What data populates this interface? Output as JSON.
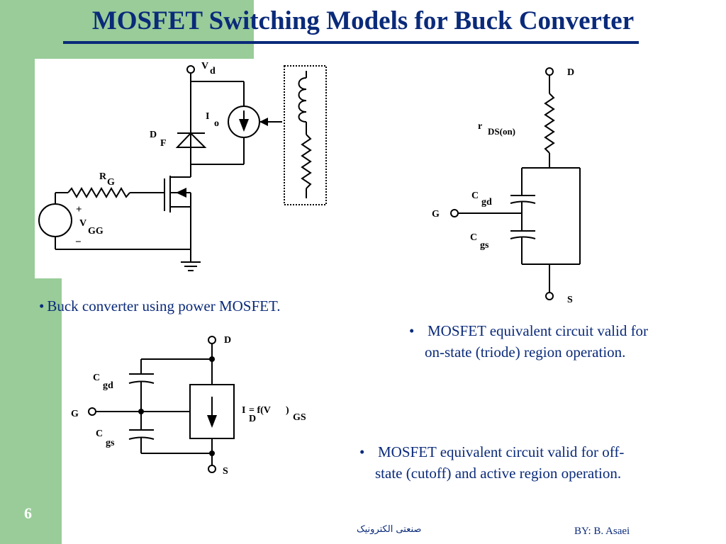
{
  "slide": {
    "title": "MOSFET Switching Models for Buck Converter",
    "number": "6",
    "colors": {
      "title": "#0a2a7a",
      "band": "#99cc99"
    }
  },
  "circuit1": {
    "vd": {
      "main": "V",
      "sub": "d"
    },
    "io": {
      "main": "I",
      "sub": "o"
    },
    "df": {
      "main": "D",
      "sub": "F"
    },
    "rg": {
      "main": "R",
      "sub": "G"
    },
    "plus": "+",
    "minus": "−",
    "vgg": {
      "main": "V",
      "sub": "GG"
    }
  },
  "circuit2": {
    "d": "D",
    "s": "S",
    "g": "G",
    "r": {
      "main": "r",
      "sub": "DS(on)"
    },
    "cgd": {
      "main": "C",
      "sub": "gd"
    },
    "cgs": {
      "main": "C",
      "sub": "gs"
    }
  },
  "circuit3": {
    "d": "D",
    "s": "S",
    "g": "G",
    "cgd": {
      "main": "C",
      "sub": "gd"
    },
    "cgs": {
      "main": "C",
      "sub": "gs"
    },
    "id": {
      "i": "I",
      "eq": "= f(V",
      "close": ")",
      "d": "D",
      "gs": "GS"
    }
  },
  "captions": {
    "buck": "Buck converter using power MOSFET.",
    "onstate": [
      "MOSFET equivalent circuit valid for",
      "on-state (triode) region operation."
    ],
    "offstate": [
      "MOSFET equivalent circuit valid for off-",
      "state (cutoff) and active region operation."
    ]
  },
  "footer": {
    "center": "صنعتی الکترونیک",
    "right": "BY: B. Asaei"
  }
}
